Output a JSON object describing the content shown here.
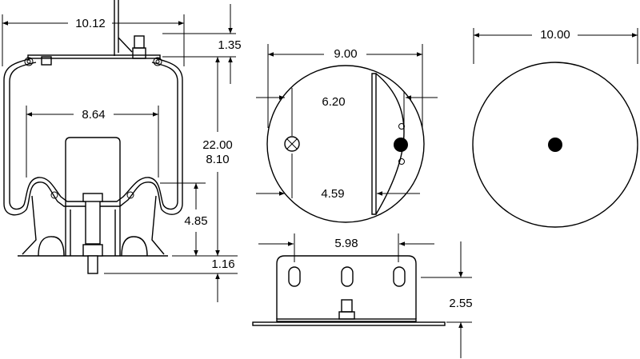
{
  "side_view": {
    "overall_diameter": "10.12",
    "top_offset": "1.35",
    "piston_diameter": "8.64",
    "max_height": "22.00",
    "min_height": "8.10",
    "piston_height": "4.85",
    "bottom_offset": "1.16"
  },
  "top_view": {
    "plate_width": "9.00",
    "stud_offset_upper": "6.20",
    "stud_offset_lower": "4.59"
  },
  "bottom_view": {
    "slot_spacing": "5.98",
    "bracket_height": "2.55"
  },
  "bellows_view": {
    "diameter": "10.00"
  }
}
